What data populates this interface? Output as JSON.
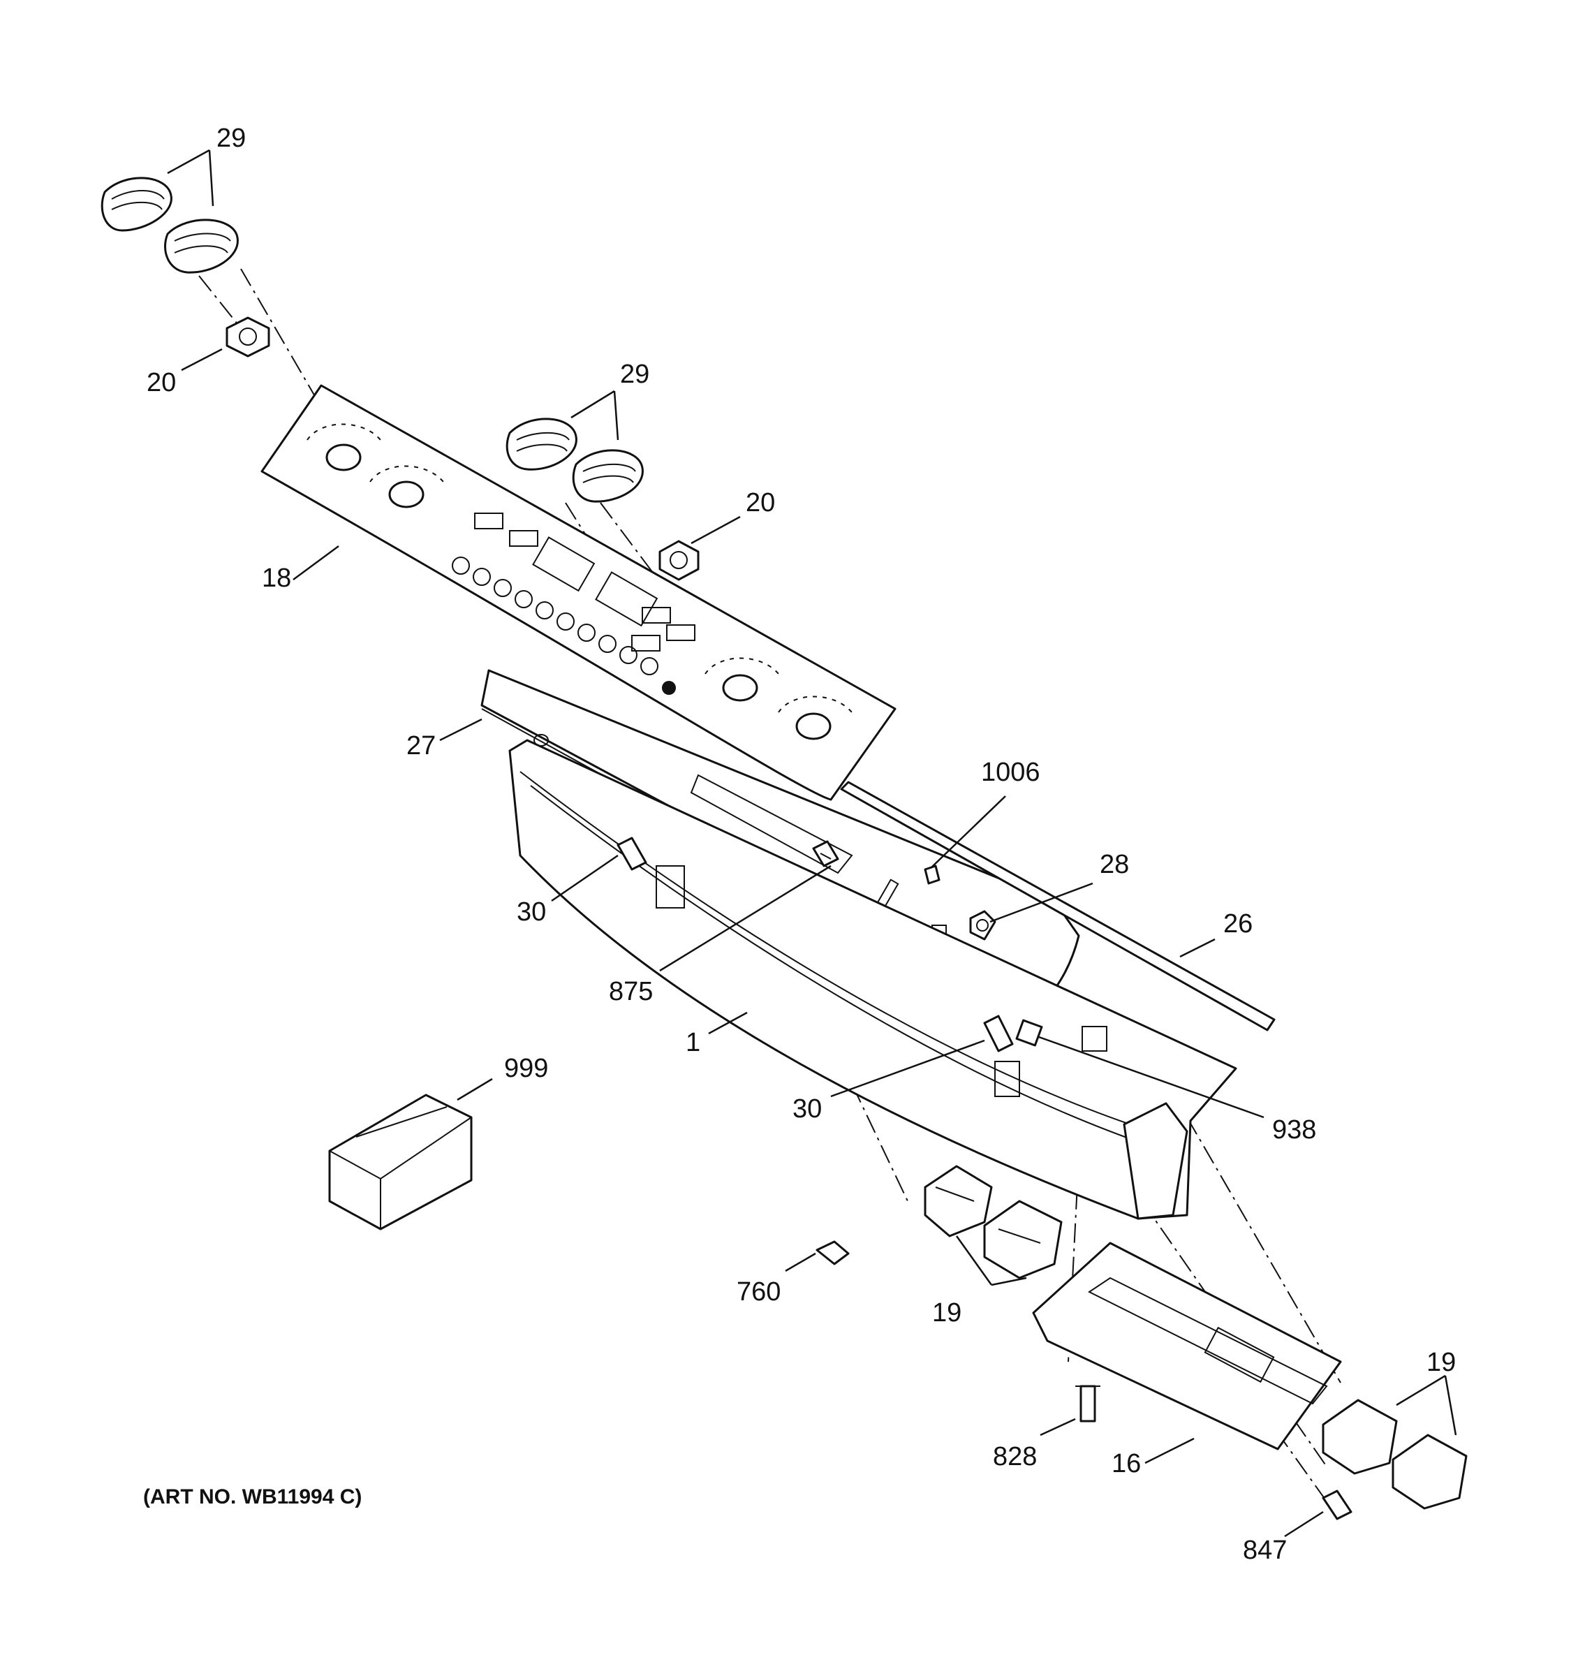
{
  "diagram": {
    "art_number": "(ART NO. WB11994 C)",
    "callouts": [
      {
        "id": "c29a",
        "label": "29"
      },
      {
        "id": "c20a",
        "label": "20"
      },
      {
        "id": "c29b",
        "label": "29"
      },
      {
        "id": "c20b",
        "label": "20"
      },
      {
        "id": "c18",
        "label": "18"
      },
      {
        "id": "c27",
        "label": "27"
      },
      {
        "id": "c1006",
        "label": "1006"
      },
      {
        "id": "c28",
        "label": "28"
      },
      {
        "id": "c26",
        "label": "26"
      },
      {
        "id": "c30a",
        "label": "30"
      },
      {
        "id": "c875",
        "label": "875"
      },
      {
        "id": "c1",
        "label": "1"
      },
      {
        "id": "c999",
        "label": "999"
      },
      {
        "id": "c30b",
        "label": "30"
      },
      {
        "id": "c938",
        "label": "938"
      },
      {
        "id": "c760",
        "label": "760"
      },
      {
        "id": "c19a",
        "label": "19"
      },
      {
        "id": "c19b",
        "label": "19"
      },
      {
        "id": "c828",
        "label": "828"
      },
      {
        "id": "c16",
        "label": "16"
      },
      {
        "id": "c847",
        "label": "847"
      }
    ]
  }
}
